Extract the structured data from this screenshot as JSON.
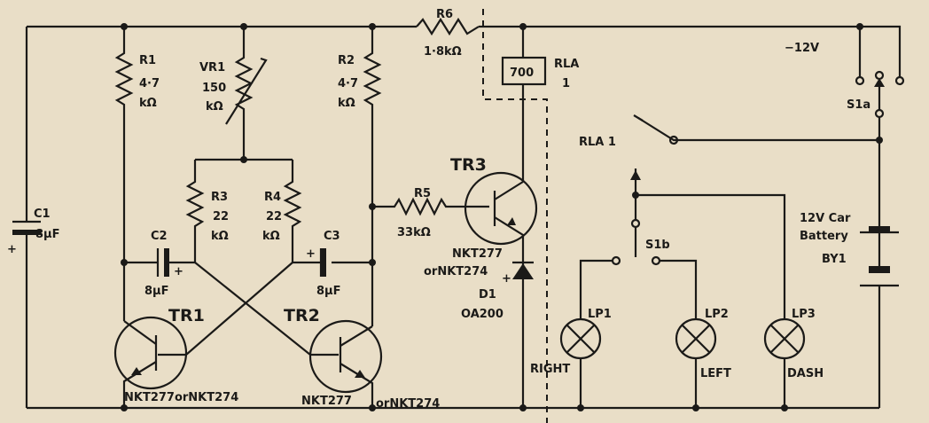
{
  "supply": "−12V",
  "components": {
    "C1": {
      "name": "C1",
      "value": "8µF",
      "polarity": "+"
    },
    "R1": {
      "name": "R1",
      "value1": "4·7",
      "value2": "kΩ"
    },
    "VR1": {
      "name": "VR1",
      "value1": "150",
      "value2": "kΩ"
    },
    "R2": {
      "name": "R2",
      "value1": "4·7",
      "value2": "kΩ"
    },
    "R3": {
      "name": "R3",
      "value1": "22",
      "value2": "kΩ"
    },
    "R4": {
      "name": "R4",
      "value1": "22",
      "value2": "kΩ"
    },
    "R5": {
      "name": "R5",
      "value": "33kΩ"
    },
    "R6": {
      "name": "R6",
      "value": "1·8kΩ"
    },
    "C2": {
      "name": "C2",
      "value": "8µF",
      "polarity": "+"
    },
    "C3": {
      "name": "C3",
      "value": "8µF",
      "polarity": "+"
    },
    "TR1": {
      "name": "TR1",
      "type": "NKT277orNKT274"
    },
    "TR2": {
      "name": "TR2",
      "type1": "NKT277",
      "type2": "orNKT274"
    },
    "TR3": {
      "name": "TR3",
      "type1": "NKT277",
      "type2": "orNKT274"
    },
    "D1": {
      "name": "D1",
      "type": "OA200",
      "polarity": "+"
    },
    "RLA": {
      "coil": "700",
      "name": "RLA",
      "contacts": "1",
      "switch": "RLA 1"
    },
    "S1a": "S1a",
    "S1b": "S1b",
    "battery": {
      "line1": "12V Car",
      "line2": "Battery",
      "name": "BY1"
    },
    "LP1": {
      "name": "LP1",
      "label": "RIGHT"
    },
    "LP2": {
      "name": "LP2",
      "label": "LEFT"
    },
    "LP3": {
      "name": "LP3",
      "label": "DASH"
    }
  }
}
